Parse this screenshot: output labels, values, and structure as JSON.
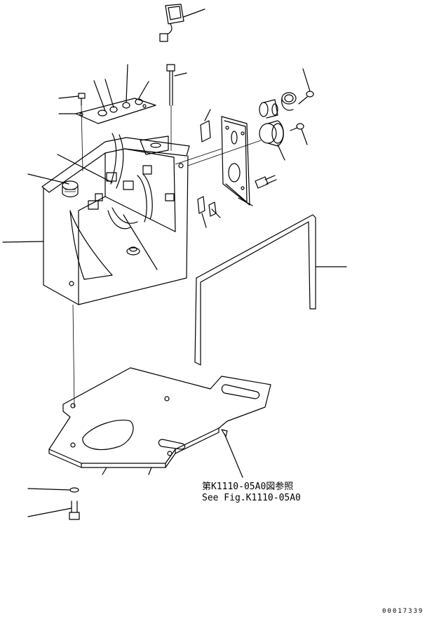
{
  "reference_note": {
    "line1": "第K1110-05A0図参照",
    "line2": "See Fig.K1110-05A0"
  },
  "drawing_number": "00017339"
}
